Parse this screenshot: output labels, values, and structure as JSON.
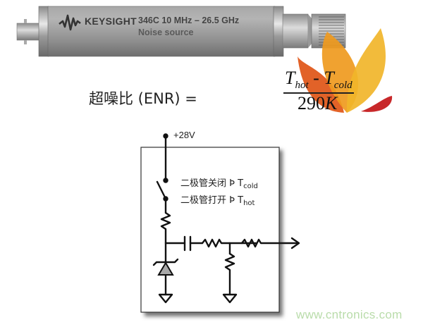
{
  "device": {
    "brand": "KEYSIGHT",
    "model": "346C  10 MHz – 26.5 GHz",
    "description": "Noise source",
    "logo_icon": "keysight-wave-logo",
    "body_color": "#9a9a9a"
  },
  "equation": {
    "label": "超噪比 (ENR) =",
    "numerator_t1": "T",
    "numerator_t1_sub": "hot",
    "operator": " - ",
    "numerator_t2": "T",
    "numerator_t2_sub": "cold",
    "denominator_value": "290",
    "denominator_unit": "K"
  },
  "circuit": {
    "supply_label": "+28V",
    "state_off": {
      "text": "二极管关闭 Þ T",
      "sub": "cold"
    },
    "state_on": {
      "text": "二极管打开 Þ T",
      "sub": "hot"
    },
    "components": [
      "switch",
      "resistor",
      "noise-diode",
      "capacitor",
      "resistor",
      "resistor",
      "resistor",
      "ground",
      "ground",
      "output-arrow"
    ]
  },
  "flame_colors": [
    "#e05a1c",
    "#ef9a1e",
    "#f1b52a",
    "#c8282a"
  ],
  "watermark": "www.cntronics.com"
}
